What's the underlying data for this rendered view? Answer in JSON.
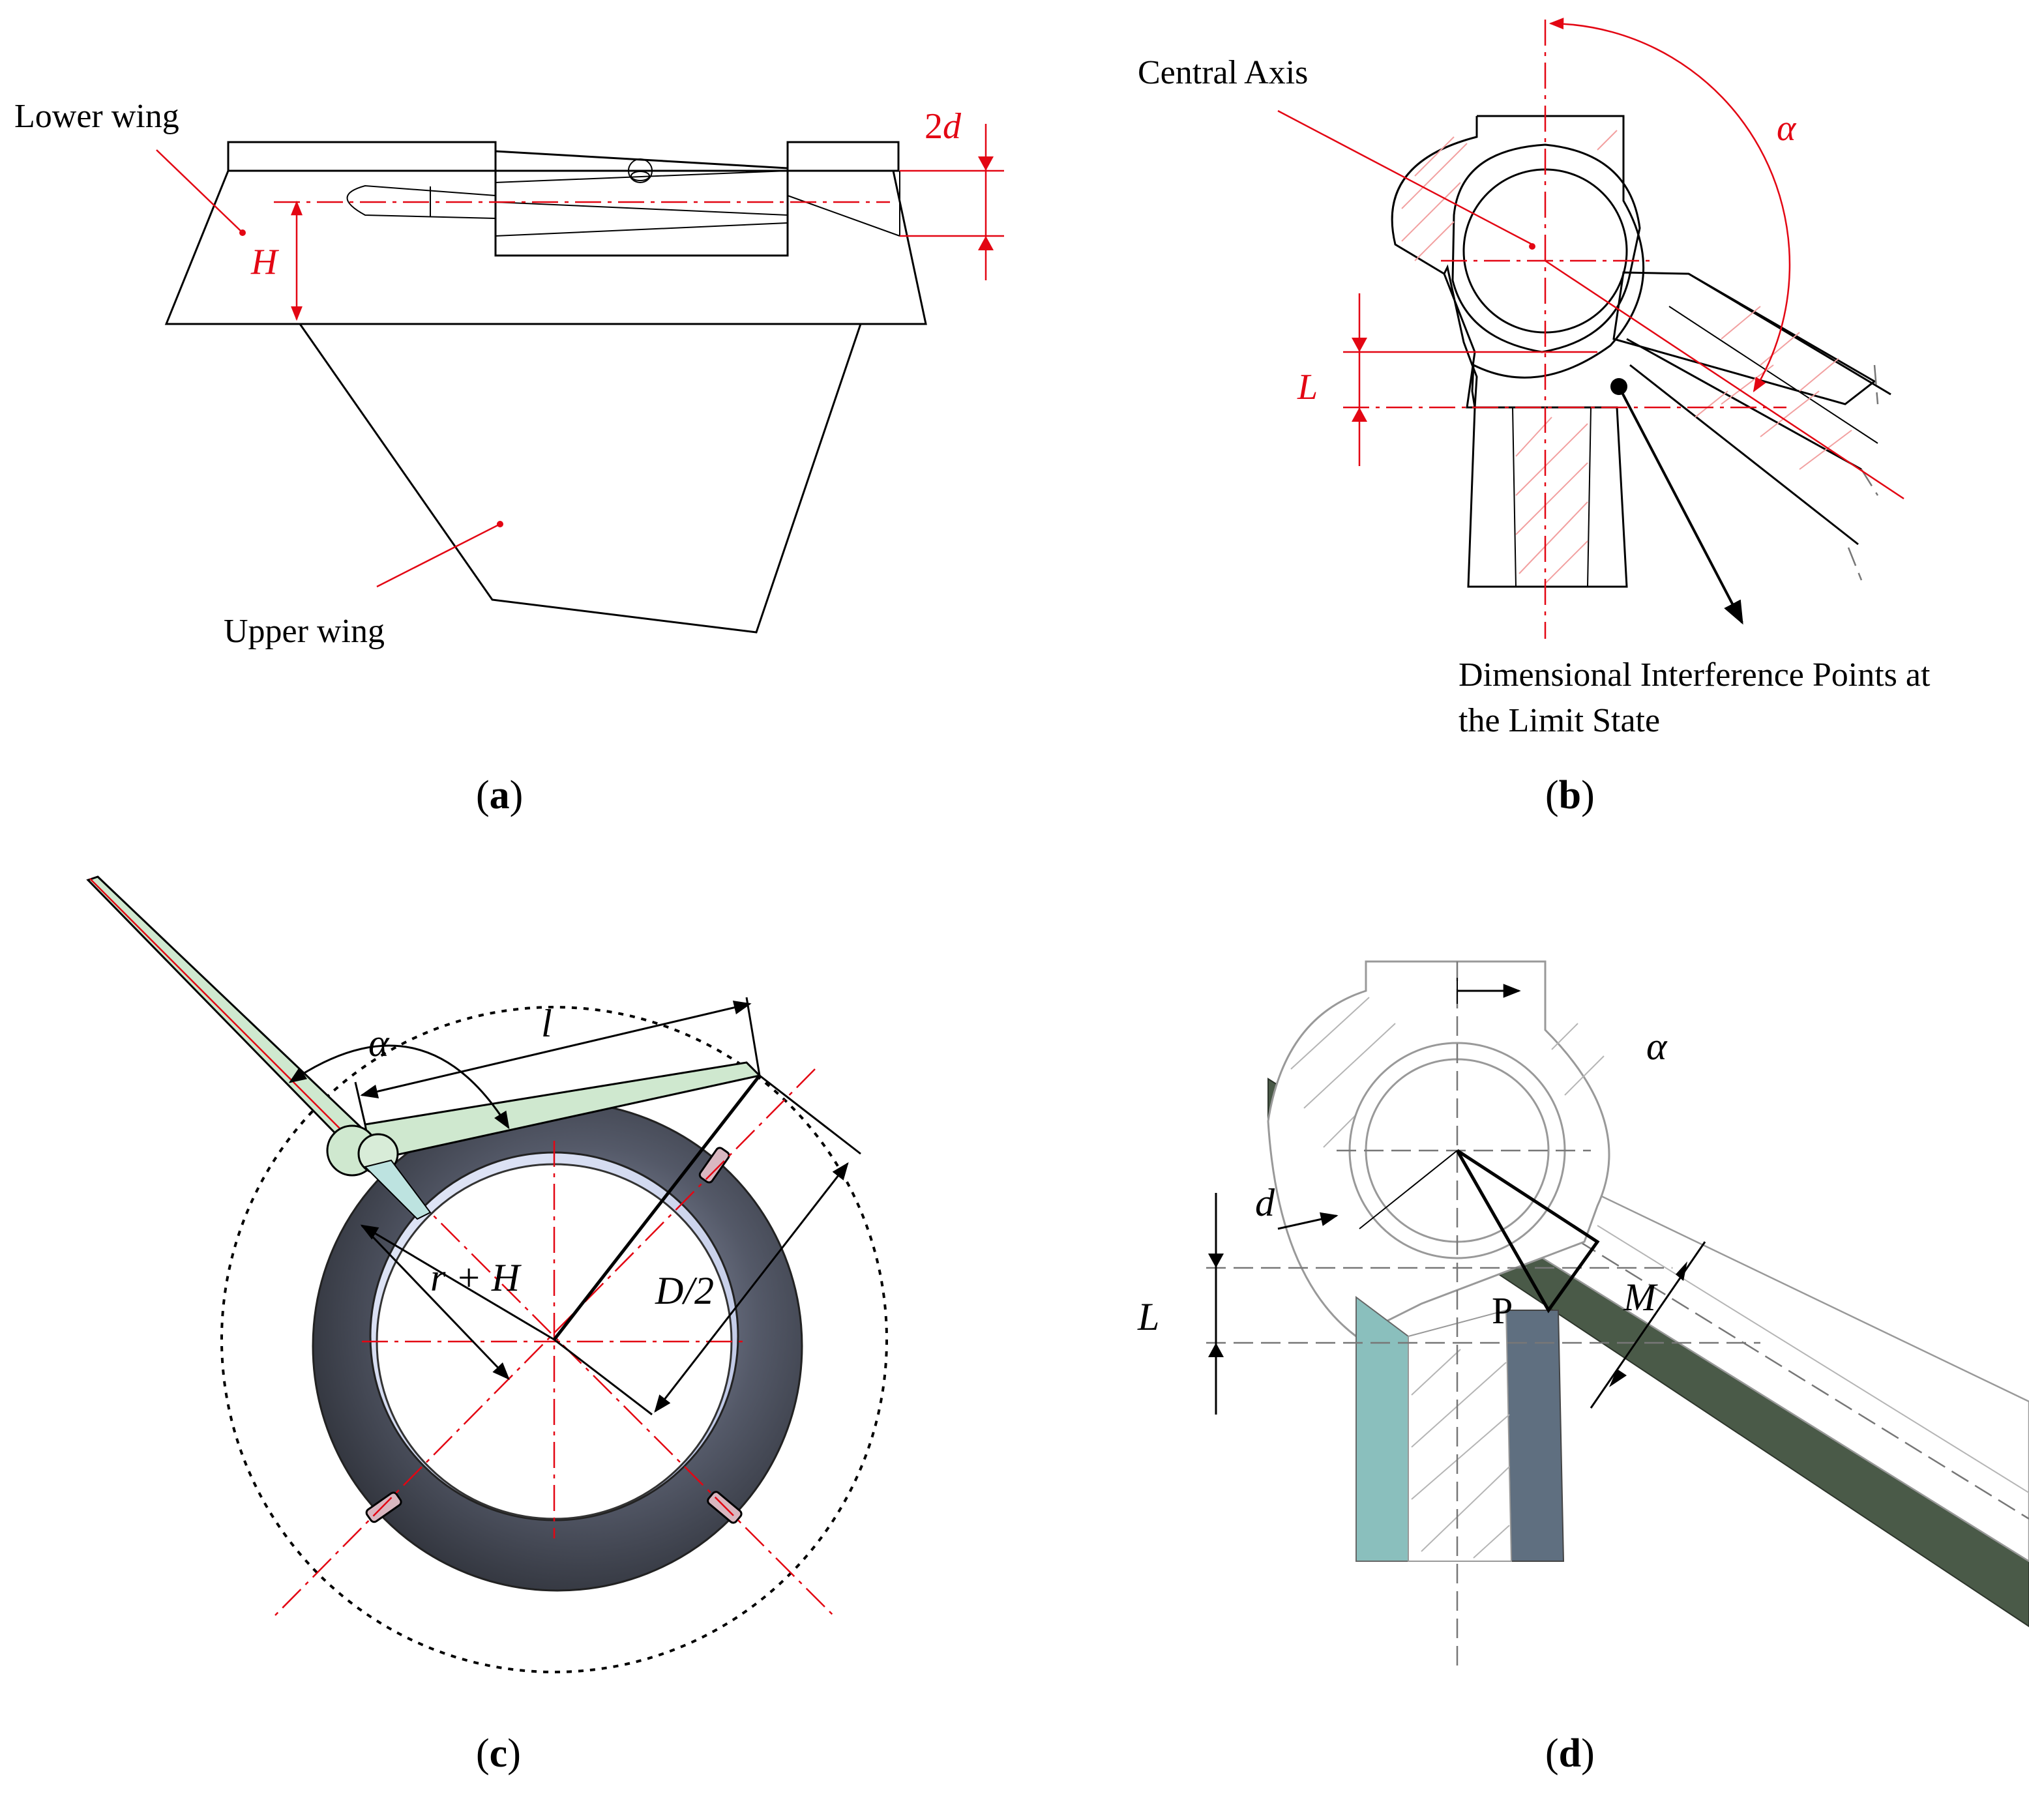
{
  "panels": {
    "a": {
      "caption_letter": "a",
      "lower_wing": "Lower wing",
      "upper_wing": "Upper wing",
      "dim_2d_num": "2",
      "dim_2d_sym": "d",
      "dim_H": "H"
    },
    "b": {
      "caption_letter": "b",
      "central_axis": "Central Axis",
      "alpha": "α",
      "dim_L": "L",
      "interference_line1": "Dimensional Interference Points at",
      "interference_line2": "the Limit State"
    },
    "c": {
      "caption_letter": "c",
      "alpha": "α",
      "l": "l",
      "r_plus_H": "r + H",
      "D_half": "D/2"
    },
    "d": {
      "caption_letter": "d",
      "alpha": "α",
      "d": "d",
      "L": "L",
      "M": "M",
      "P": "P"
    }
  },
  "colors": {
    "dimension_red": "#e30613",
    "green_blade": "#cfe8cf",
    "ring_dark": "#3c3f48",
    "ring_inner": "#cfd8f0",
    "beam_dark_green": "#4a5a48",
    "teal": "#8abfbd",
    "slate": "#5f6f80"
  }
}
